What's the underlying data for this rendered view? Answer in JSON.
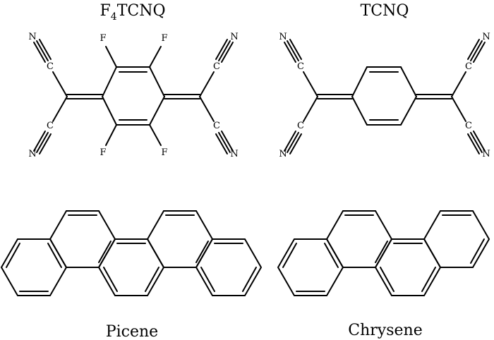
{
  "labels": {
    "f4tcnq_title_main": "F",
    "f4tcnq_title_sub": "4",
    "f4tcnq_title_rest": "TCNQ",
    "tcnq_title": "TCNQ",
    "picene_title": "Picene",
    "chrysene_title": "Chrysene"
  },
  "atoms": {
    "F": "F",
    "C": "C",
    "N": "N"
  },
  "colors": {
    "ink": "#000000",
    "background": "#ffffff"
  }
}
